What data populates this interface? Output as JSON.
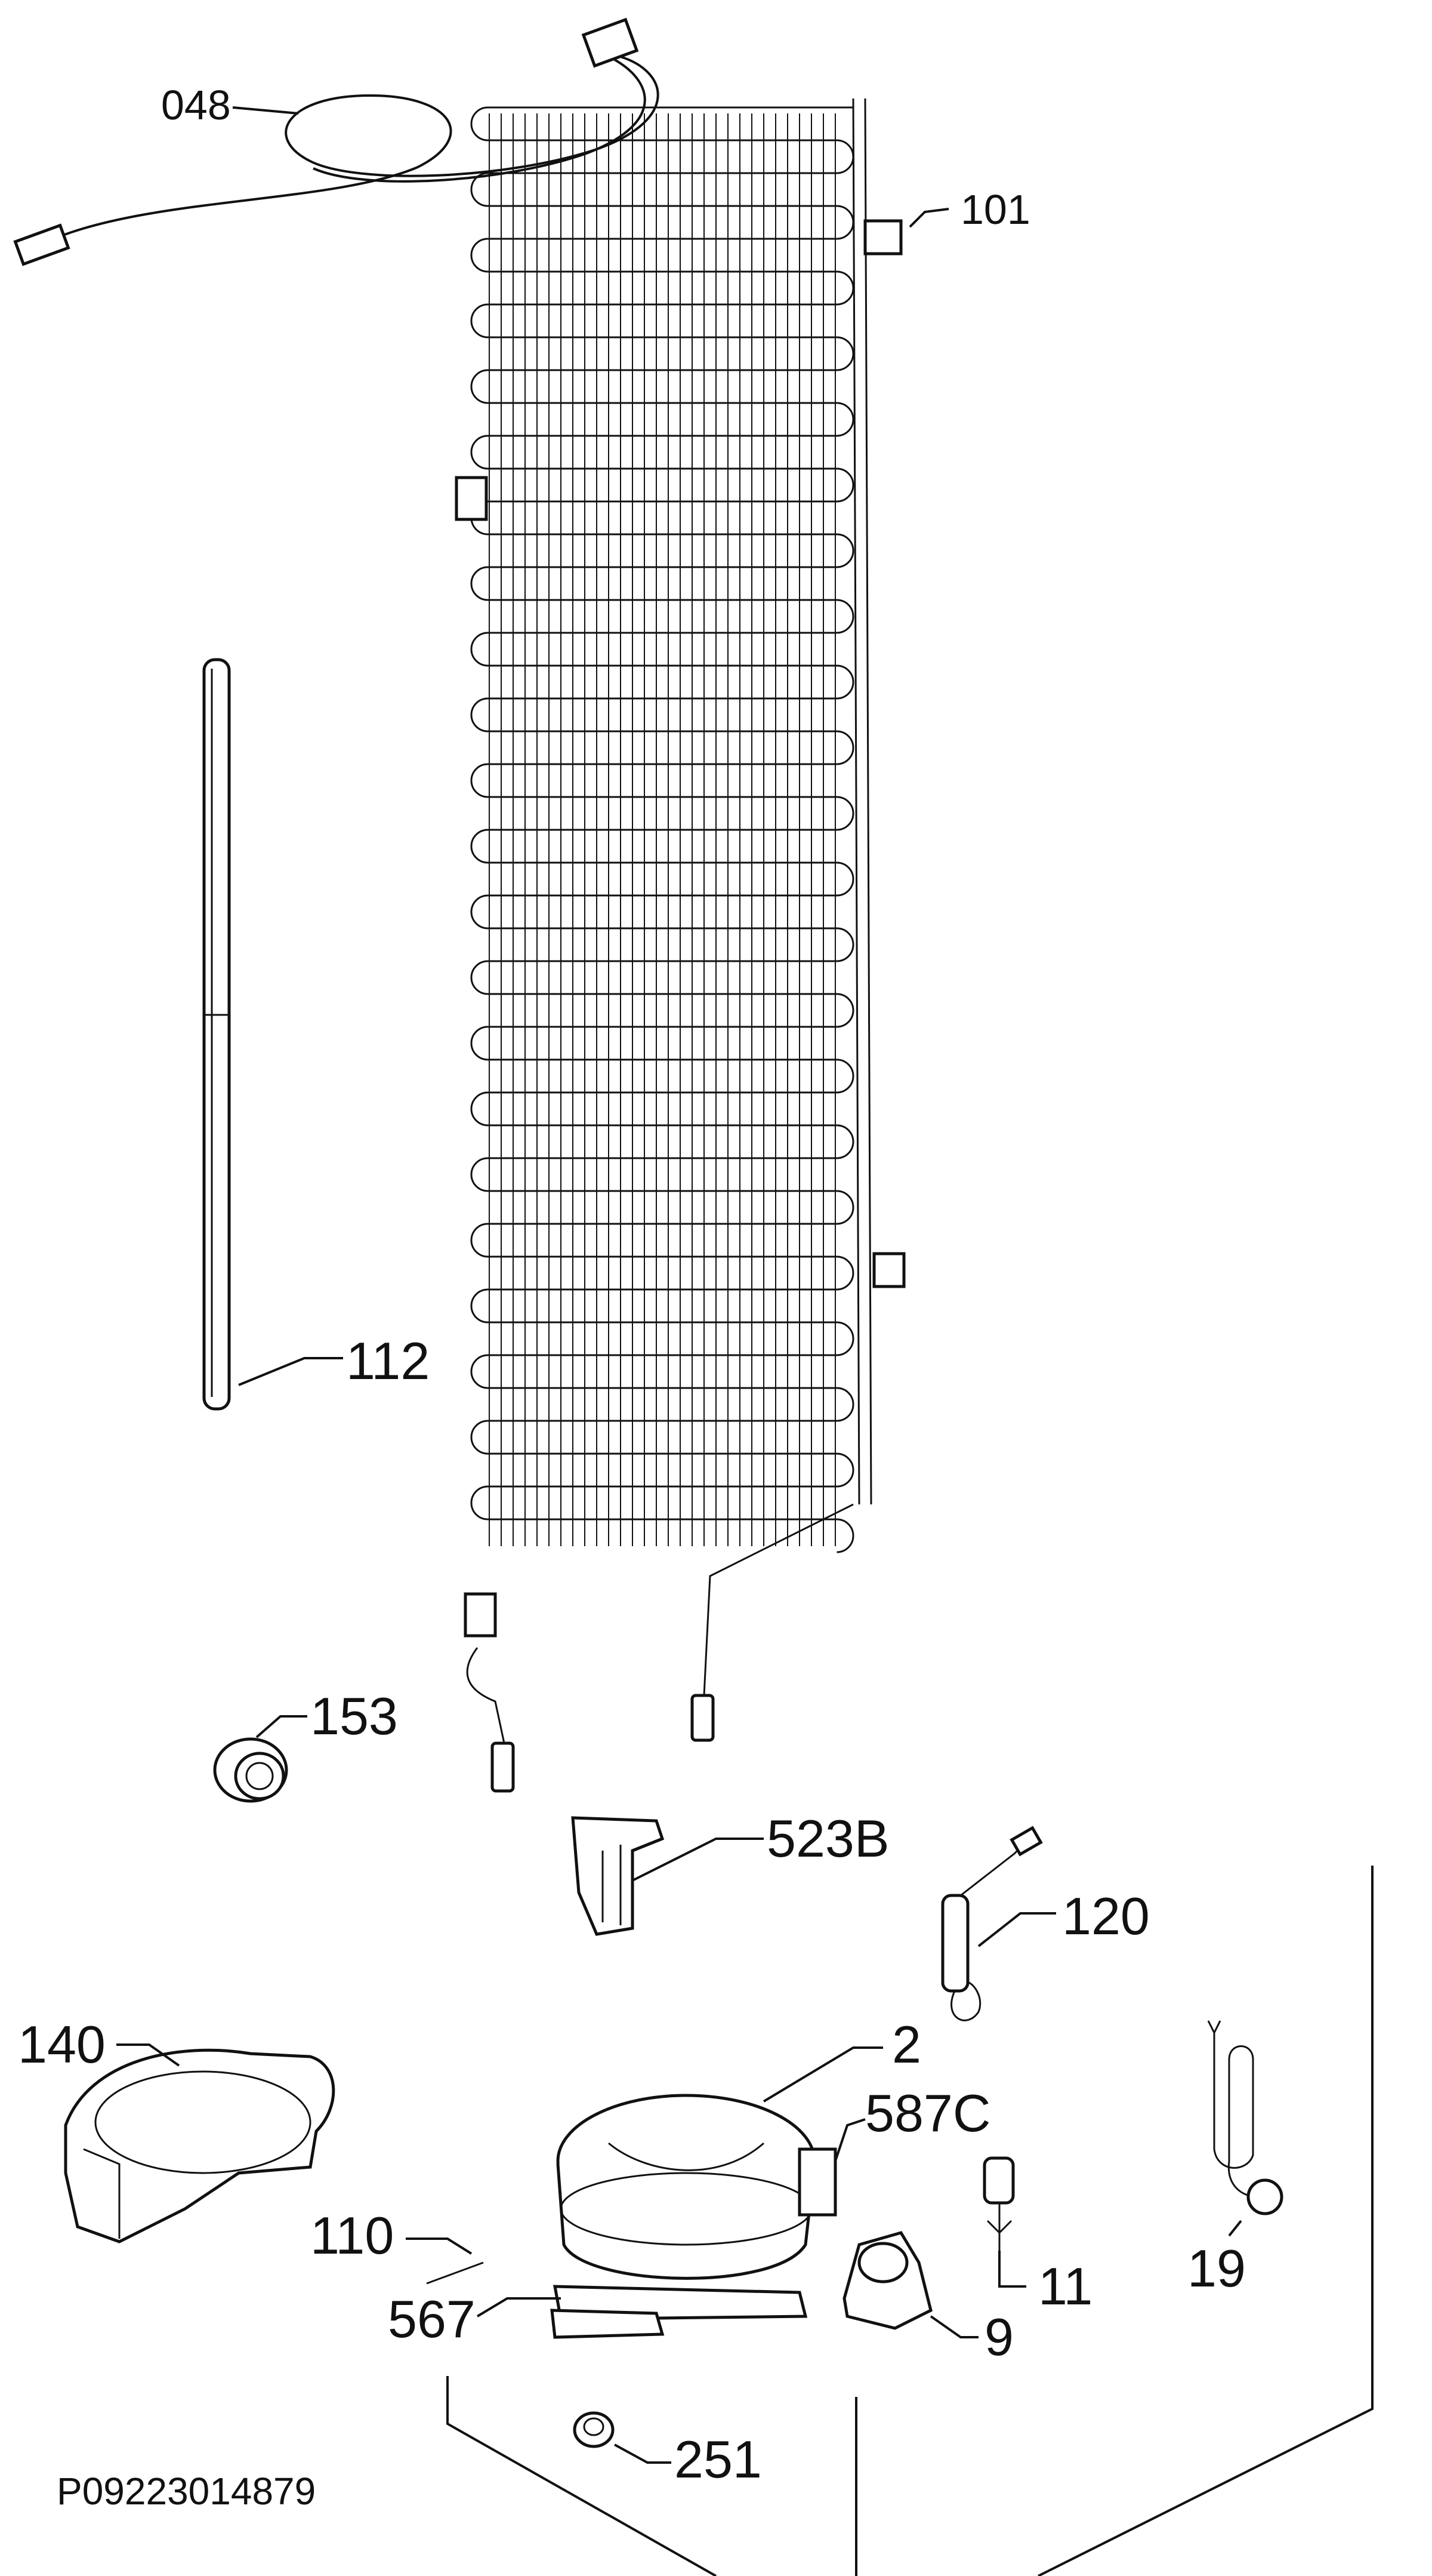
{
  "diagram": {
    "reference_code": "P09223014879",
    "parts": [
      {
        "id": "048",
        "label": "048"
      },
      {
        "id": "101",
        "label": "101"
      },
      {
        "id": "112",
        "label": "112"
      },
      {
        "id": "153",
        "label": "153"
      },
      {
        "id": "523B",
        "label": "523B"
      },
      {
        "id": "120",
        "label": "120"
      },
      {
        "id": "140",
        "label": "140"
      },
      {
        "id": "2",
        "label": "2"
      },
      {
        "id": "587C",
        "label": "587C"
      },
      {
        "id": "110",
        "label": "110"
      },
      {
        "id": "567",
        "label": "567"
      },
      {
        "id": "11",
        "label": "11"
      },
      {
        "id": "19",
        "label": "19"
      },
      {
        "id": "9",
        "label": "9"
      },
      {
        "id": "251",
        "label": "251"
      }
    ]
  }
}
